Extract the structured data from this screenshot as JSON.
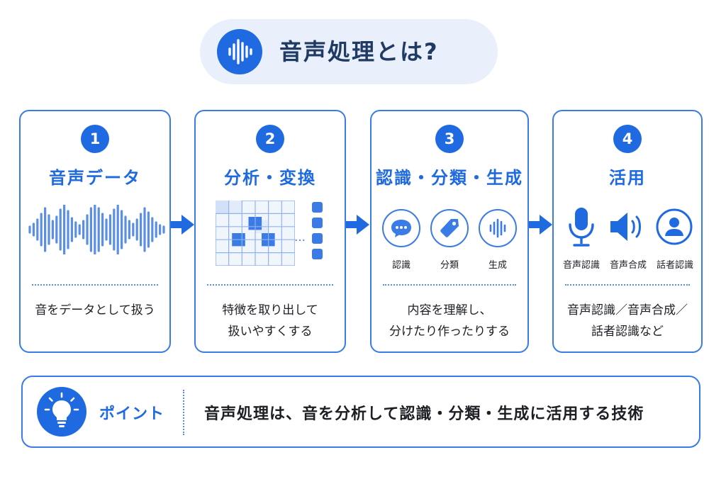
{
  "title": "音声処理とは?",
  "steps": [
    {
      "number": "1",
      "title": "音声データ",
      "desc": [
        "音をデータとして扱う"
      ]
    },
    {
      "number": "2",
      "title": "分析・変換",
      "desc": [
        "特徴を取り出して",
        "扱いやすくする"
      ],
      "ellipsis": "…"
    },
    {
      "number": "3",
      "title": "認識・分類・生成",
      "desc": [
        "内容を理解し、",
        "分けたり作ったりする"
      ],
      "icons": [
        {
          "icon": "chat-bubble-icon",
          "label": "認識"
        },
        {
          "icon": "tag-icon",
          "label": "分類"
        },
        {
          "icon": "sound-wave-icon",
          "label": "生成"
        }
      ]
    },
    {
      "number": "4",
      "title": "活用",
      "desc": [
        "音声認識／音声合成／",
        "話者認識など"
      ],
      "icons": [
        {
          "icon": "microphone-icon",
          "label": "音声認識"
        },
        {
          "icon": "speaker-icon",
          "label": "音声合成"
        },
        {
          "icon": "person-icon",
          "label": "話者認識"
        }
      ]
    }
  ],
  "point": {
    "label": "ポイント",
    "text": "音声処理は、音を分析して認識・分類・生成に活用する技術"
  },
  "colors": {
    "accent": "#1f6ae0",
    "border": "#3a7be6",
    "pill": "#e9f0fb",
    "wave": "#5b8fe6"
  }
}
